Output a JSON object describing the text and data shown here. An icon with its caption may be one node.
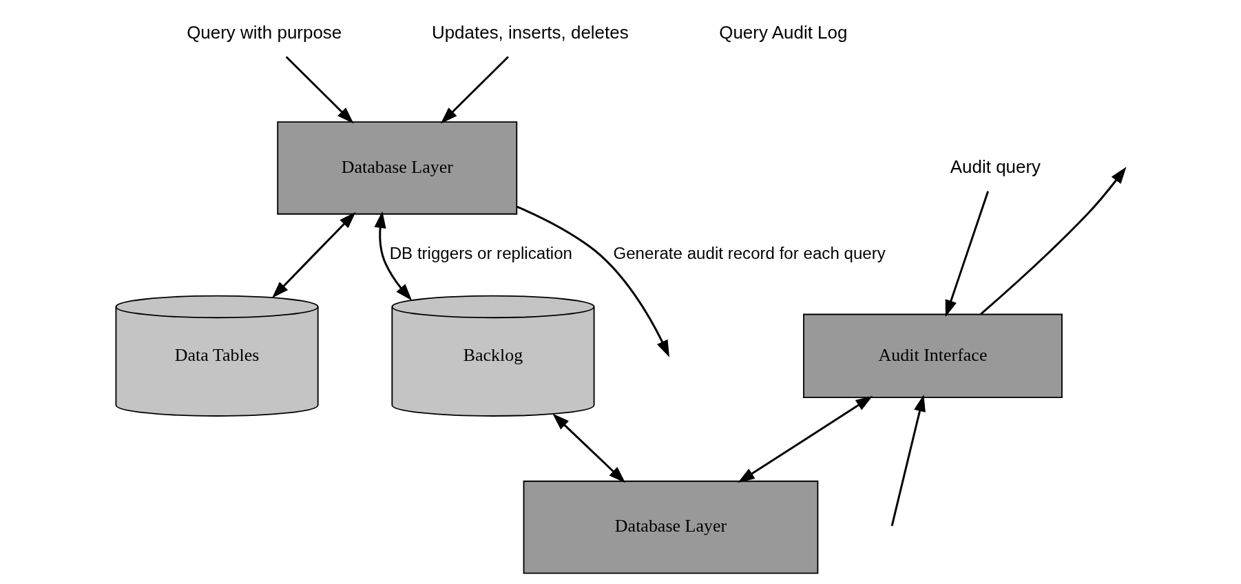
{
  "diagram": {
    "nodes": [
      {
        "text": [
          "Query with purpose"
        ]
      },
      {
        "text": [
          "Updates, inserts, deletes"
        ]
      },
      {
        "text": [
          "Database Layer"
        ]
      },
      {
        "text": [
          "Data Tables"
        ]
      },
      {
        "text": [
          "Backlog"
        ]
      },
      {
        "text": [
          "Audit query"
        ]
      },
      {
        "text": [
          "Audit Interface"
        ]
      },
      {
        "text": [
          "Database Layer"
        ]
      }
    ],
    "edges": [
      {
        "from": 0,
        "to": 2,
        "arrow": "to"
      },
      {
        "from": 1,
        "to": 2,
        "arrow": "to"
      },
      {
        "from": 2,
        "to": 3,
        "arrow": "both"
      },
      {
        "from": 2,
        "to": 4,
        "arrow": "both",
        "label": "DB triggers or replication"
      },
      {
        "from": 5,
        "to": 6,
        "arrow": "to"
      },
      {
        "from": 6,
        "to": null,
        "arrow": "to"
      },
      {
        "from": 6,
        "to": 7,
        "arrow": "both"
      },
      {
        "from": 4,
        "to": 7,
        "arrow": "both"
      },
      {
        "from": 2,
        "to": null,
        "arrow": "to",
        "label": "Generate audit record for each query"
      },
      {
        "from": null,
        "to": 6,
        "arrow": "to"
      }
    ],
    "labels": [
      "Query Audit Log"
    ]
  }
}
